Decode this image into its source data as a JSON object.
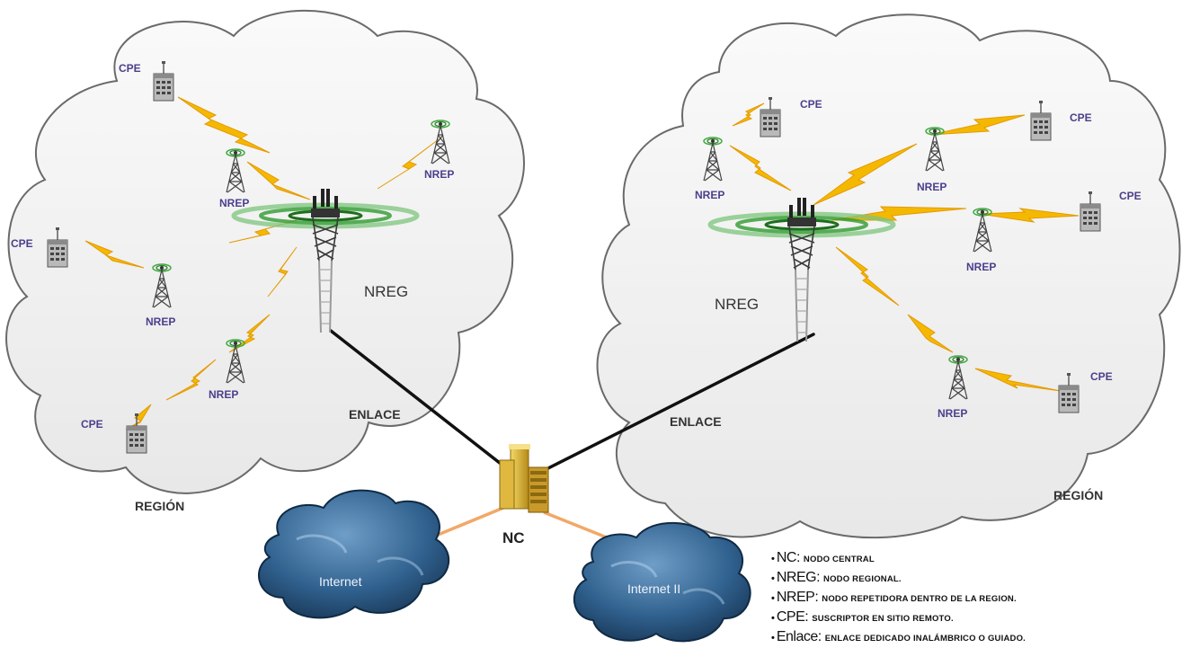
{
  "labels": {
    "cpe": "CPE",
    "nrep": "NREP",
    "nreg": "NREG",
    "nc": "NC",
    "enlace": "ENLACE",
    "region": "REGIÓN",
    "internet": "Internet",
    "internet2": "Internet II"
  },
  "legend": [
    {
      "key": "NC:",
      "value": "Nodo Central"
    },
    {
      "key": "NREG:",
      "value": "Nodo Regional."
    },
    {
      "key": "NREP:",
      "value": "Nodo Repetidora dentro de la region."
    },
    {
      "key": "CPE:",
      "value": "Suscriptor en sitio remoto."
    },
    {
      "key": "Enlace:",
      "value": "Enlace dedicado inalámbrico o guiado."
    }
  ],
  "colors": {
    "cloud_fill": "#f3f3f3",
    "cloud_stroke": "#666666",
    "wireless_link": "#f5b400",
    "backbone_link": "#111111",
    "internet_link": "#f0a060",
    "internet_cloud": "#1f4e7a",
    "building": "#d8b030"
  }
}
